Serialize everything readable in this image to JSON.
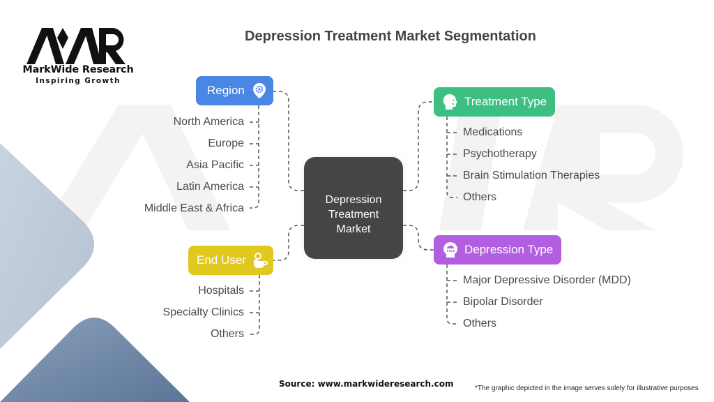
{
  "logo": {
    "mark": "MWR",
    "name": "MarkWide Research",
    "tagline": "Inspiring Growth"
  },
  "title": "Depression Treatment Market Segmentation",
  "center": {
    "label": "Depression\nTreatment\nMarket",
    "color": "#454545"
  },
  "segments": {
    "region": {
      "label": "Region",
      "icon": "location-gear-icon",
      "color": "#4a86e3",
      "items": [
        "North America",
        "Europe",
        "Asia Pacific",
        "Latin America",
        "Middle East & Africa"
      ]
    },
    "end_user": {
      "label": "End User",
      "icon": "user-hand-icon",
      "color": "#e0c81e",
      "items": [
        "Hospitals",
        "Specialty Clinics",
        "Others"
      ]
    },
    "treatment_type": {
      "label": "Treatment Type",
      "icon": "head-profile-icon",
      "color": "#3dbf82",
      "items": [
        "Medications",
        "Psychotherapy",
        "Brain Stimulation Therapies",
        "Others"
      ]
    },
    "depression_type": {
      "label": "Depression Type",
      "icon": "rain-cloud-head-icon",
      "color": "#b25ee0",
      "items": [
        "Major Depressive Disorder (MDD)",
        "Bipolar Disorder",
        "Others"
      ]
    }
  },
  "footer": {
    "source": "Source: www.markwideresearch.com",
    "note": "*The graphic depicted in the image serves  solely for illustrative purposes"
  }
}
